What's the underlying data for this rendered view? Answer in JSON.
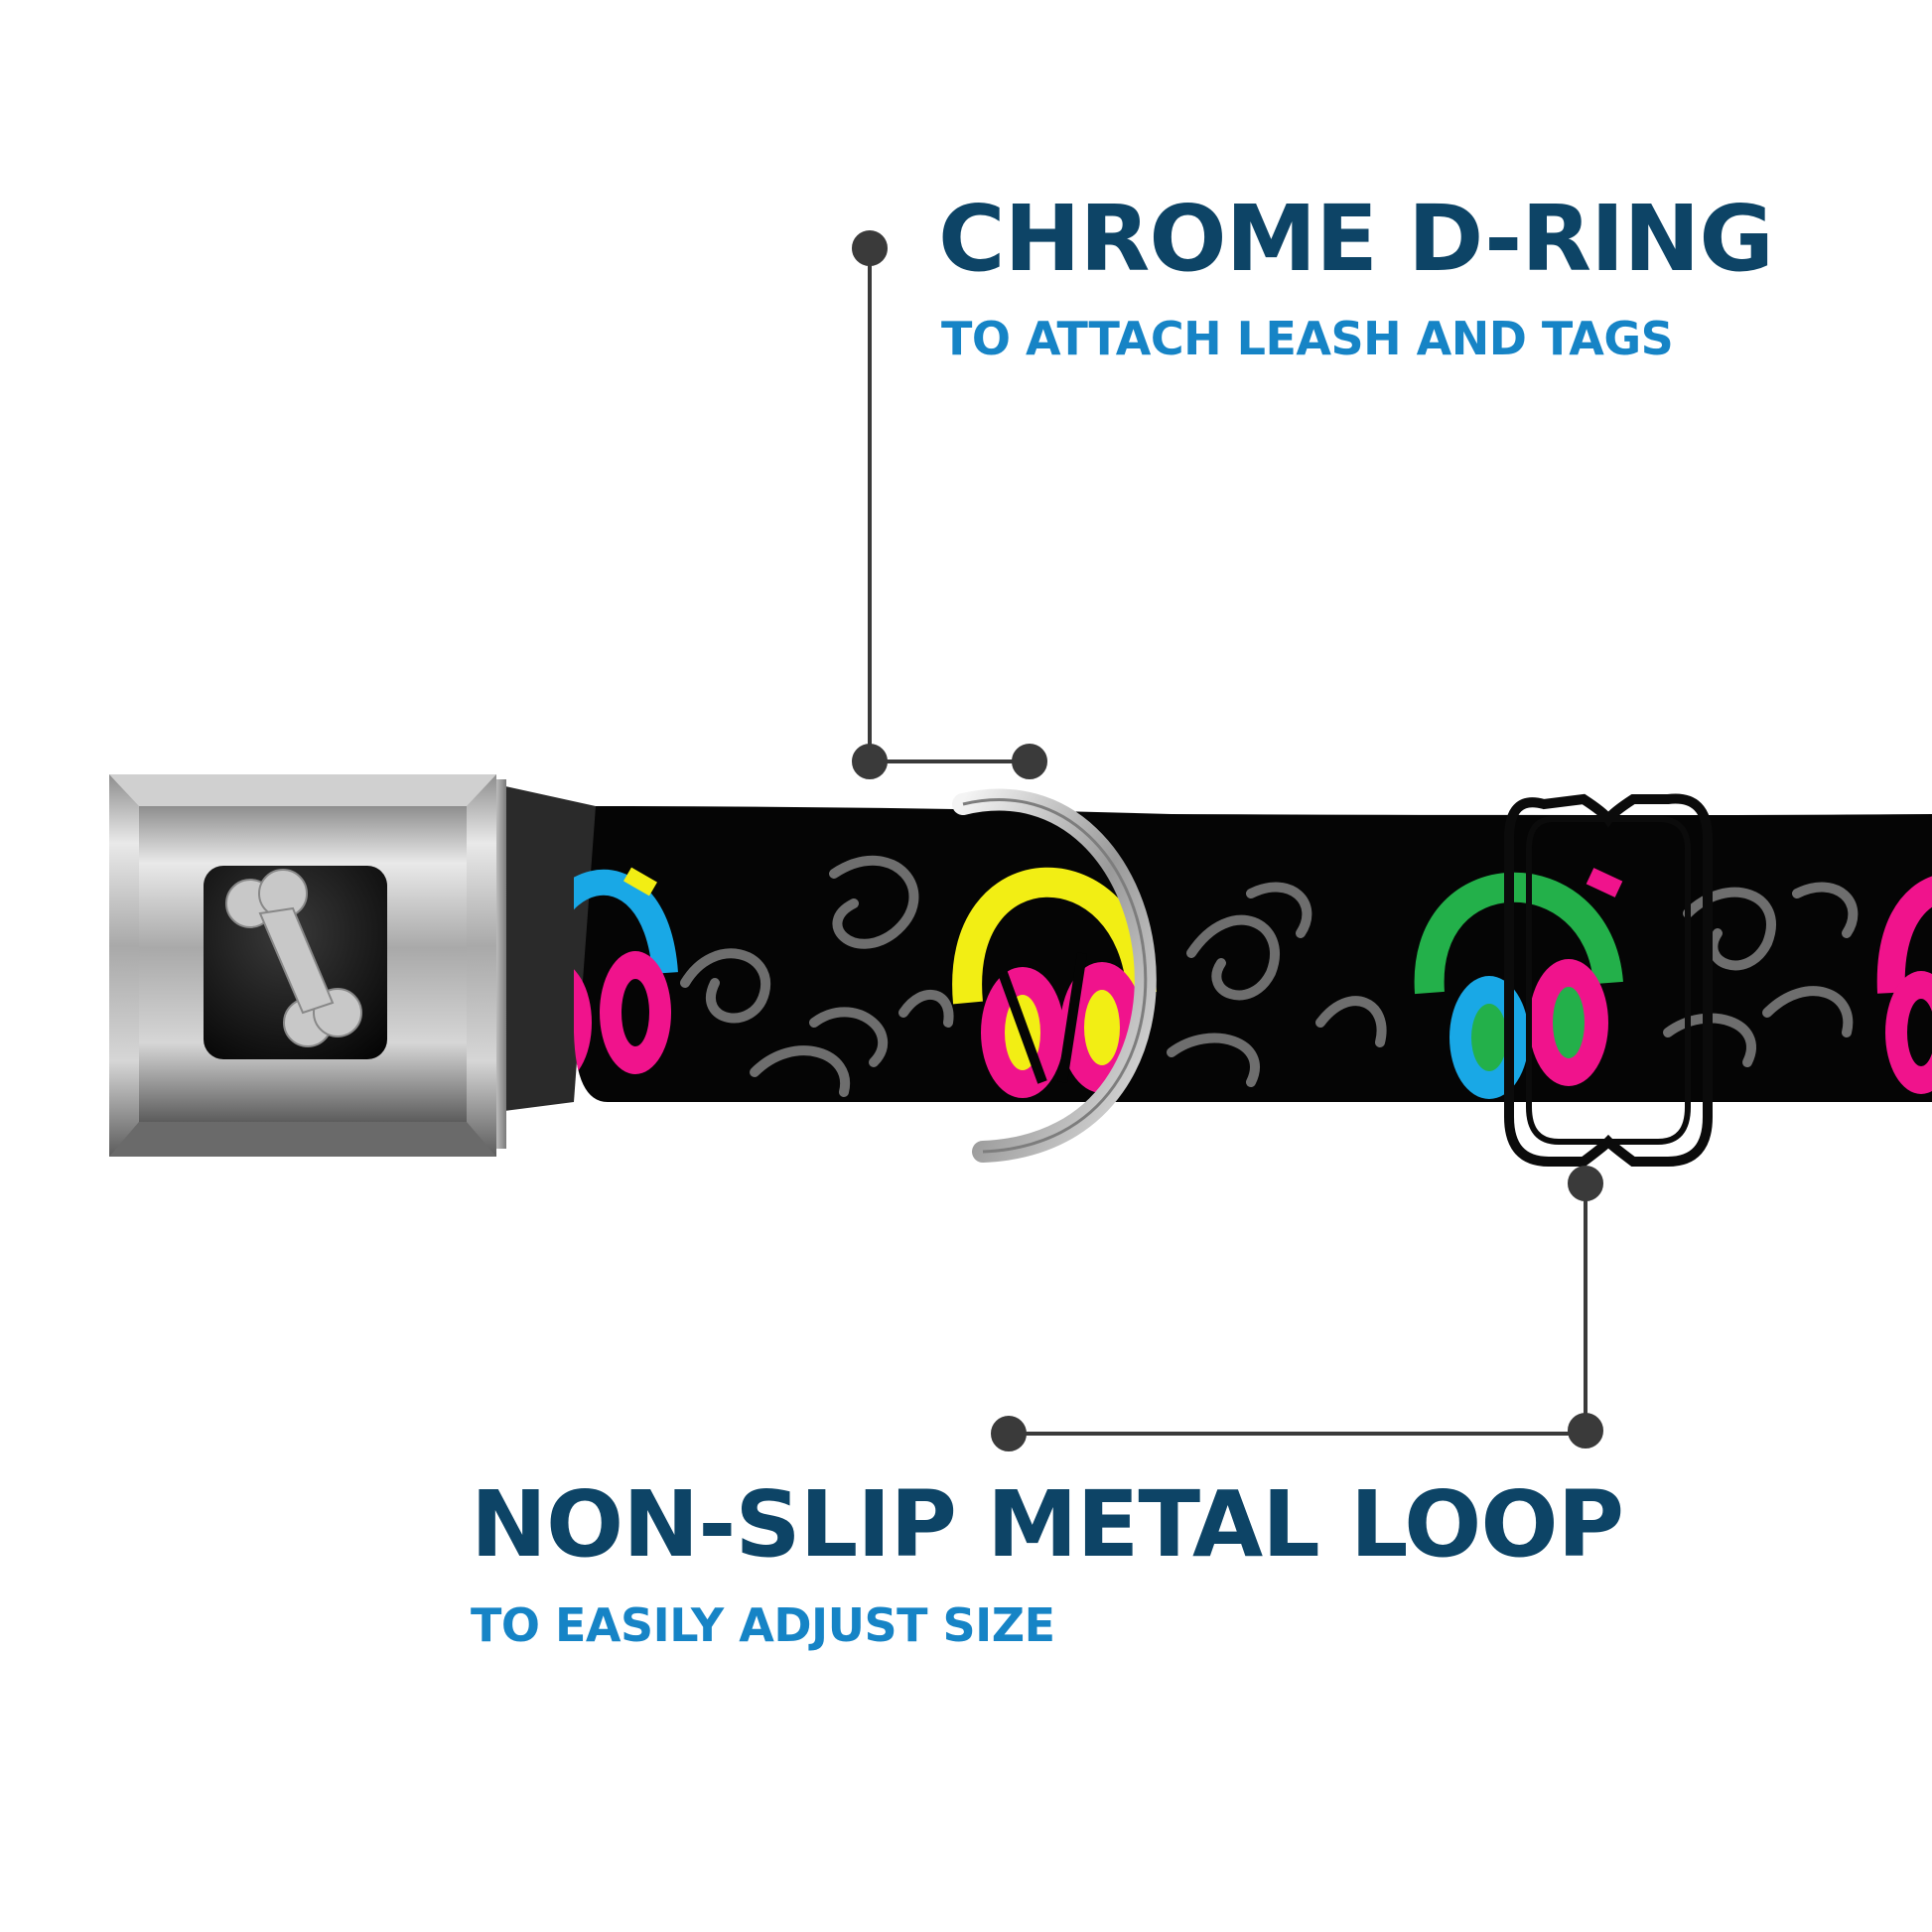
{
  "callouts": {
    "d_ring": {
      "title": "CHROME D-RING",
      "subtitle": "TO ATTACH LEASH AND TAGS"
    },
    "metal_loop": {
      "title": "NON-SLIP METAL LOOP",
      "subtitle": "TO EASILY ADJUST SIZE"
    }
  },
  "colors": {
    "title": "#0d4466",
    "subtitle": "#1684c6",
    "leader_line": "#3a3a3a",
    "collar_strap": "#050505",
    "swirl_pattern": "#6e6e6e",
    "headphone_cyan": "#19a8e6",
    "headphone_pink": "#f0138c",
    "headphone_yellow": "#f2ee14",
    "headphone_green": "#23b04a"
  },
  "icons": {
    "buckle_logo": "dog-bone-icon",
    "print_motif": "headphones-icon"
  }
}
